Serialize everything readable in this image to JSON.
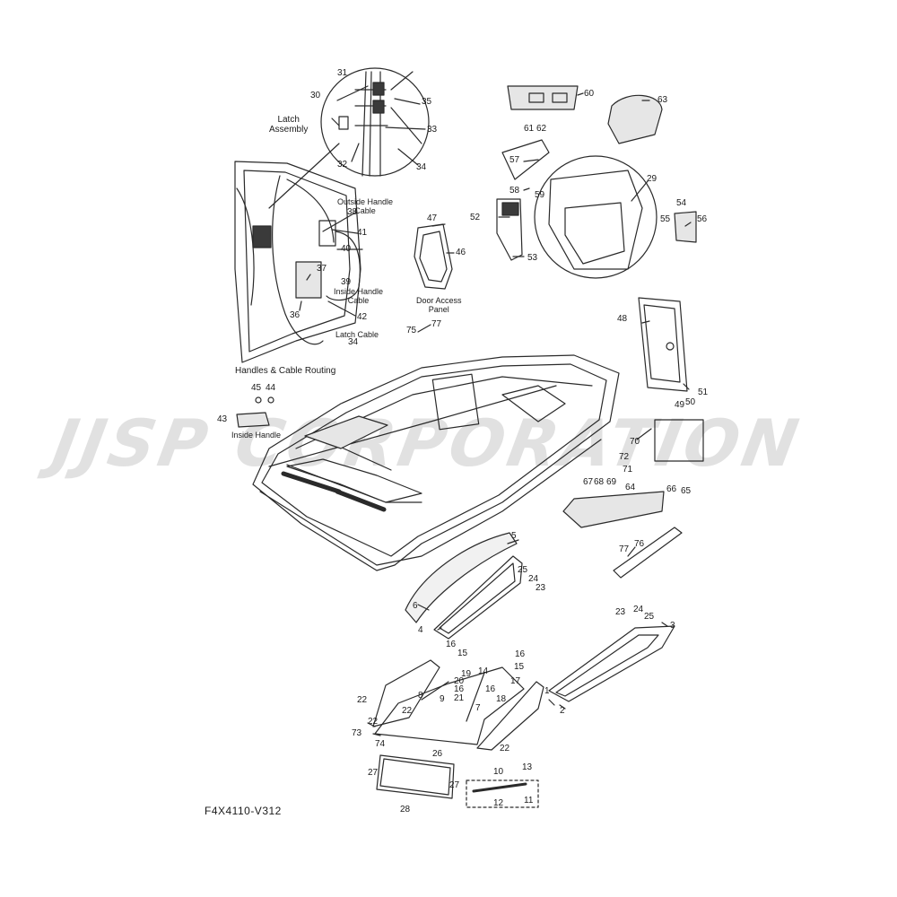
{
  "watermark": "JJSP CORPORATION",
  "diagram_code": "F4X4110-V312",
  "captions": {
    "latch_assembly": "Latch\nAssembly",
    "outside_handle_cable": "Outside Handle\nCable",
    "inside_handle_cable": "Inside Handle\nCable",
    "latch_cable": "Latch Cable",
    "handles_cable_routing": "Handles & Cable Routing",
    "inside_handle": "Inside Handle",
    "door_access_panel": "Door Access\nPanel"
  },
  "part_labels": [
    "1",
    "2",
    "3",
    "4",
    "5",
    "6",
    "7",
    "8",
    "9",
    "10",
    "11",
    "12",
    "13",
    "14",
    "15",
    "15",
    "16",
    "16",
    "16",
    "16",
    "17",
    "18",
    "19",
    "20",
    "21",
    "22",
    "22",
    "22",
    "22",
    "23",
    "23",
    "24",
    "24",
    "25",
    "25",
    "26",
    "27",
    "27",
    "28",
    "29",
    "30",
    "31",
    "32",
    "33",
    "34",
    "34",
    "35",
    "36",
    "37",
    "38",
    "39",
    "40",
    "41",
    "42",
    "43",
    "44",
    "45",
    "46",
    "47",
    "48",
    "49",
    "50",
    "51",
    "52",
    "53",
    "54",
    "55",
    "56",
    "57",
    "58",
    "59",
    "60",
    "61",
    "62",
    "63",
    "64",
    "65",
    "66",
    "67",
    "68",
    "69",
    "70",
    "71",
    "72",
    "73",
    "74",
    "75",
    "76",
    "77",
    "77"
  ],
  "colors": {
    "line": "#2a2a2a",
    "watermark": "#787878",
    "fill_dark": "#3a3a3a",
    "fill_light": "#e6e6e6"
  }
}
